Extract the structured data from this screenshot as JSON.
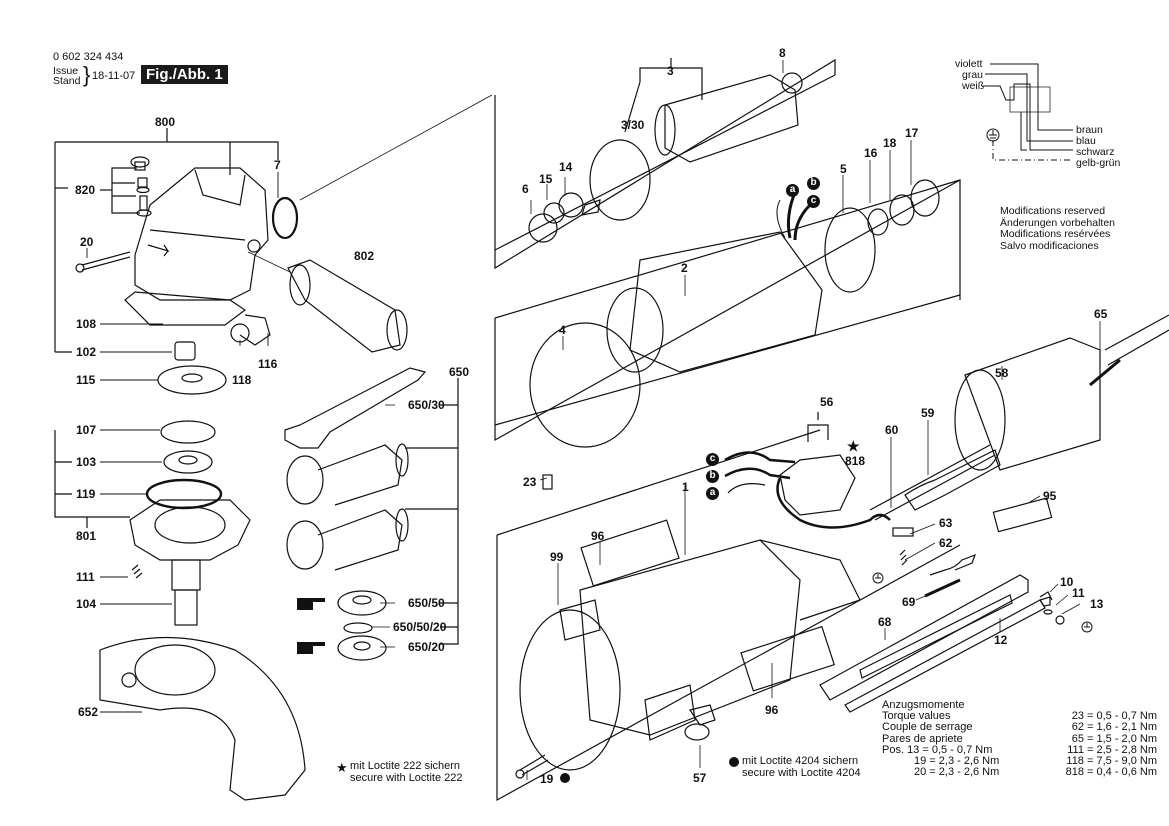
{
  "header": {
    "part_number": "0 602 324 434",
    "issue_label": "Issue",
    "stand_label": "Stand",
    "issue_date": "18-11-07",
    "figure_label": "Fig./Abb. 1"
  },
  "wiring_diagram": {
    "inputs": [
      "violett",
      "grau",
      "weiß"
    ],
    "outputs": [
      "braun",
      "blau",
      "schwarz",
      "gelb-grün"
    ]
  },
  "notice": [
    "Modifications reserved",
    "Änderungen vorbehalten",
    "Modifications resérvées",
    "Salvo modificaciones"
  ],
  "part_labels": {
    "p800": "800",
    "p7": "7",
    "p820": "820",
    "p20": "20",
    "p802": "802",
    "p108": "108",
    "p102": "102",
    "p116": "116",
    "p118": "118",
    "p115": "115",
    "p107": "107",
    "p103": "103",
    "p119": "119",
    "p801": "801",
    "p111": "111",
    "p104": "104",
    "p652": "652",
    "p650": "650",
    "p650_30": "650/30",
    "p650_50": "650/50",
    "p650_50_20": "650/50/20",
    "p650_20": "650/20",
    "p3": "3",
    "p3_30": "3/30",
    "p8": "8",
    "p6": "6",
    "p15": "15",
    "p14": "14",
    "p2": "2",
    "p5": "5",
    "p16": "16",
    "p18": "18",
    "p17": "17",
    "p4": "4",
    "p23": "23",
    "p56": "56",
    "p818": "818",
    "p60": "60",
    "p59": "59",
    "p58": "58",
    "p65": "65",
    "p95": "95",
    "p63": "63",
    "p62": "62",
    "p1": "1",
    "p96a": "96",
    "p99": "99",
    "p69": "69",
    "p68": "68",
    "p10": "10",
    "p11": "11",
    "p13": "13",
    "p12": "12",
    "p96b": "96",
    "p19": "19",
    "p57": "57"
  },
  "wire_tags": {
    "a": "a",
    "b": "b",
    "c": "c"
  },
  "notes": {
    "loctite222_de": "mit Loctite 222 sichern",
    "loctite222_en": "secure with Loctite 222",
    "loctite4204_de": "mit Loctite 4204 sichern",
    "loctite4204_en": "secure with Loctite 4204"
  },
  "torque": {
    "titles": [
      "Anzugsmomente",
      "Torque values",
      "Couple de serrage",
      "Pares de apriete"
    ],
    "left": [
      "Pos. 13 = 0,5 - 0,7 Nm",
      "19 = 2,3 - 2,6 Nm",
      "20 = 2,3 - 2,6 Nm"
    ],
    "right": [
      "23 = 0,5 - 0,7 Nm",
      "62 = 1,6 - 2,1 Nm",
      "65 = 1,5 - 2,0 Nm",
      "111 = 2,5 - 2,8 Nm",
      "118 = 7,5 - 9,0 Nm",
      "818 = 0,4 - 0,6 Nm"
    ]
  }
}
